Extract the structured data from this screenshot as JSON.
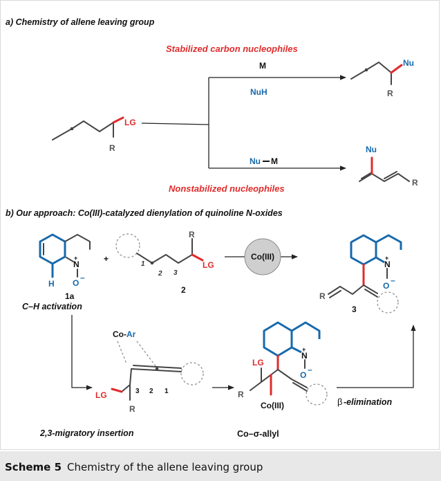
{
  "section_a": {
    "title": "a) Chemistry of allene leaving group",
    "stabilized": "Stabilized carbon nucleophiles",
    "nonstabilized": "Nonstabilized nucleophiles",
    "reagent_M": "M",
    "reagent_NuH": "NuH",
    "reagent_Nu": "Nu",
    "reagent_M2": "M",
    "sub_LG": "LG",
    "sub_R": "R",
    "prod1_Nu": "Nu",
    "prod1_R": "R",
    "prod2_Nu": "Nu",
    "prod2_R": "R"
  },
  "section_b": {
    "title": "b) Our approach: Co(III)-catalyzed dienylation of quinoline N-oxides",
    "label_1a": "1a",
    "label_2": "2",
    "label_3": "3",
    "H": "H",
    "N": "N",
    "O": "O",
    "plus": "+",
    "minus": "–",
    "add_plus": "+",
    "ch_activation": "C–H activation",
    "catalyst": "Co(III)",
    "sub2_R": "R",
    "sub2_LG": "LG",
    "pos1": "1",
    "pos2": "2",
    "pos3": "3",
    "prod_R": "R",
    "co_ar_co": "Co-",
    "co_ar_ar": "Ar",
    "int1_LG": "LG",
    "int1_R": "R",
    "int1_n3": "3",
    "int1_n2": "2",
    "int1_n1": "1",
    "int2_LG": "LG",
    "int2_R": "R",
    "int2_Co": "Co(III)",
    "migratory": "2,3-migratory insertion",
    "co_allyl": "Co–σ-allyl",
    "beta_b": "β",
    "beta_rest": "-elimination"
  },
  "caption": {
    "label": "Scheme 5",
    "text": "Chemistry of the allene leaving group"
  },
  "colors": {
    "red": "#e02b2b",
    "blue": "#1769ab",
    "caption_bg": "#e8e8e8"
  }
}
